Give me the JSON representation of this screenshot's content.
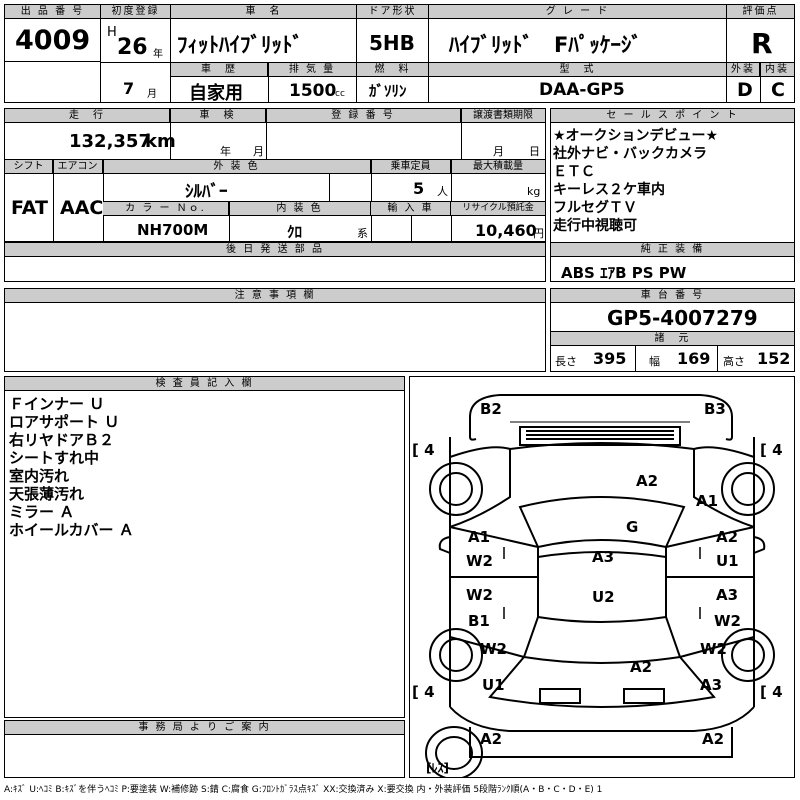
{
  "top": {
    "headers": {
      "lot_no": "出 品 番 号",
      "first_reg": "初度登録",
      "car_name": "車　名",
      "door": "ドア形状",
      "grade": "グ レ ー ド",
      "score": "評価点",
      "history": "車　歴",
      "displacement": "排 気 量",
      "fuel": "燃　料",
      "model": "型　式",
      "exterior": "外装",
      "interior": "内装"
    },
    "lot_no": "4009",
    "era": "H",
    "year": "26",
    "year_unit": "年",
    "month": "7",
    "month_unit": "月",
    "car_name": "ﾌｨｯﾄﾊｲﾌﾞﾘｯﾄﾞ",
    "door": "5HB",
    "grade": "ﾊｲﾌﾞﾘｯﾄﾞ　Fﾊﾟｯｹｰｼﾞ",
    "score": "R",
    "history": "自家用",
    "displacement": "1500",
    "displacement_unit": "cc",
    "fuel": "ｶﾞｿﾘﾝ",
    "model": "DAA-GP5",
    "exterior_score": "D",
    "interior_score": "C"
  },
  "mid": {
    "headers": {
      "mileage": "走　行",
      "inspection": "車　検",
      "reg_no": "登 録 番 号",
      "transfer": "譲渡書類期限",
      "shift": "シフト",
      "ac": "エアコン",
      "ext_color": "外 装 色",
      "capacity": "乗車定員",
      "max_load": "最大積載量",
      "color_no": "カ ラ ー Ｎｏ.",
      "int_color": "内 装 色",
      "import": "輸 入 車",
      "recycle": "リサイクル預託金",
      "later": "後 日 発 送 部 品",
      "sales": "セ ー ル ス ポ イ ン ト",
      "equipment": "純 正 装 備"
    },
    "mileage": "132,357",
    "mileage_unit": "km",
    "insp_year_unit": "年",
    "insp_month_unit": "月",
    "transfer_month_unit": "月",
    "transfer_day_unit": "日",
    "shift": "FAT",
    "ac": "AAC",
    "ext_color": "ｼﾙﾊﾞｰ",
    "capacity": "5",
    "capacity_unit": "人",
    "load_unit": "kg",
    "color_no": "NH700M",
    "int_color": "ｸﾛ",
    "int_color_suffix": "系",
    "recycle": "10,460",
    "recycle_unit": "円",
    "sales_points": [
      "★オークションデビュー★",
      "社外ナビ・バックカメラ",
      "ＥＴＣ",
      "キーレス２ケ車内",
      "フルセグＴＶ",
      "走行中視聴可"
    ],
    "equipment": "ABS ｴｱB PS PW"
  },
  "notes": {
    "header": "注 意 事 項 欄",
    "chassis_header": "車 台 番 号",
    "chassis_no": "GP5-4007279",
    "dims_header": "諸　元",
    "length_label": "長さ",
    "length": "395",
    "width_label": "幅",
    "width": "169",
    "height_label": "高さ",
    "height": "152"
  },
  "inspector": {
    "header": "検 査 員 記 入 欄",
    "lines": [
      "Ｆインナー Ｕ",
      "ロアサポート Ｕ",
      "右リヤドアＢ２",
      "シートすれ中",
      "室内汚れ",
      "天張薄汚れ",
      "ミラー Ａ",
      "ホイールカバー Ａ"
    ]
  },
  "office": {
    "header": "事 務 局 よ り ご 案 内"
  },
  "diagram": {
    "marks": {
      "b2": "B2",
      "b3": "B3",
      "t4_left": "[ 4",
      "t4_right": "[ 4",
      "a2_hood": "A2",
      "a1_right_fender": "A1",
      "g_windshield": "G",
      "a1_left": "A1",
      "w2_left": "W2",
      "a3_roof": "A3",
      "a2_right": "A2",
      "u1_right": "U1",
      "w2_left2": "W2",
      "b1_left": "B1",
      "u2_roof": "U2",
      "a3_right": "A3",
      "w2_right": "W2",
      "w2_left3": "W2",
      "w2_right2": "W2",
      "a2_trunk": "A2",
      "u1_left": "U1",
      "a3_right2": "A3",
      "b4_left": "[ 4",
      "b4_right": "[ 4",
      "a2_rear_left": "A2",
      "a2_rear_right": "A2",
      "spare": "[ﾚｽ]"
    }
  },
  "legend": "A:ｷｽﾞ  U:ﾍｺﾐ  B:ｷｽﾞを伴うﾍｺﾐ  P:要塗装 W:補修跡 S:錆 C:腐食 G:ﾌﾛﾝﾄｶﾞﾗｽ点ｷｽﾞ XX:交換済み X:要交換  内・外装評価  5段階ﾗﾝｸ順(A・B・C・D・E) 1"
}
